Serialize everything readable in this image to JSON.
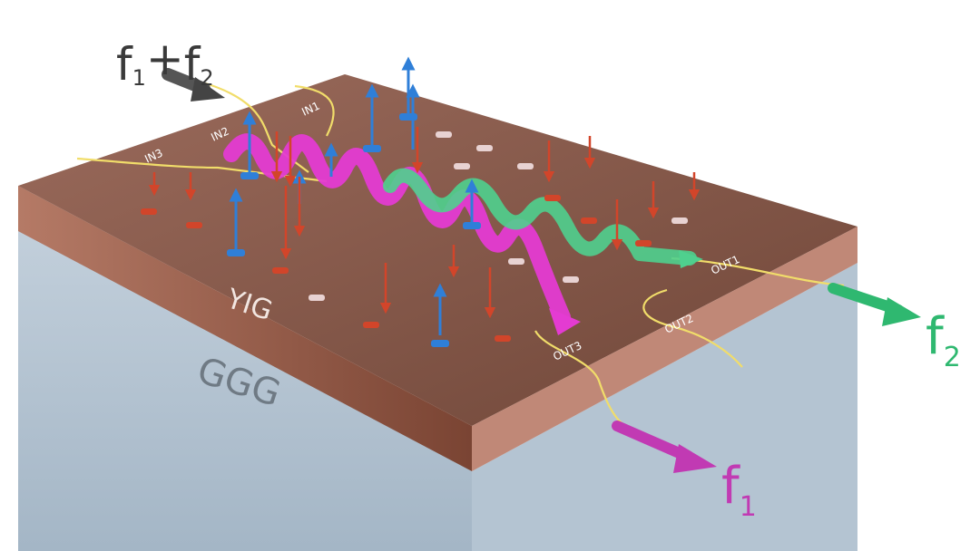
{
  "labels": {
    "input_freq_main_1": "f",
    "input_freq_sub_1": "1",
    "input_plus": "+",
    "input_freq_main_2": "f",
    "input_freq_sub_2": "2",
    "layer_top": "YIG",
    "layer_bottom": "GGG",
    "in1": "IN1",
    "in2": "IN2",
    "in3": "IN3",
    "out1": "OUT1",
    "out2": "OUT2",
    "out3": "OUT3",
    "output_f2_main": "f",
    "output_f2_sub": "2",
    "output_f1_main": "f",
    "output_f1_sub": "1"
  },
  "colors": {
    "yig_top": "#8a5a4a",
    "yig_side": "#b27a66",
    "ggg_side": "#b9c8d6",
    "ggg_front": "#a9bccc",
    "yig_front": "#6e3c2c",
    "waveguide": "#f1dd6a",
    "wave_f1": "#e43bd2",
    "wave_f2": "#4fd08e",
    "arrow_f2": "#2fb870",
    "arrow_f1": "#c13ab3",
    "arrow_in": "#555555",
    "spin_up": "#2f7fd8",
    "spin_down": "#d2452a",
    "spin_neutral": "#e8d2d2"
  }
}
